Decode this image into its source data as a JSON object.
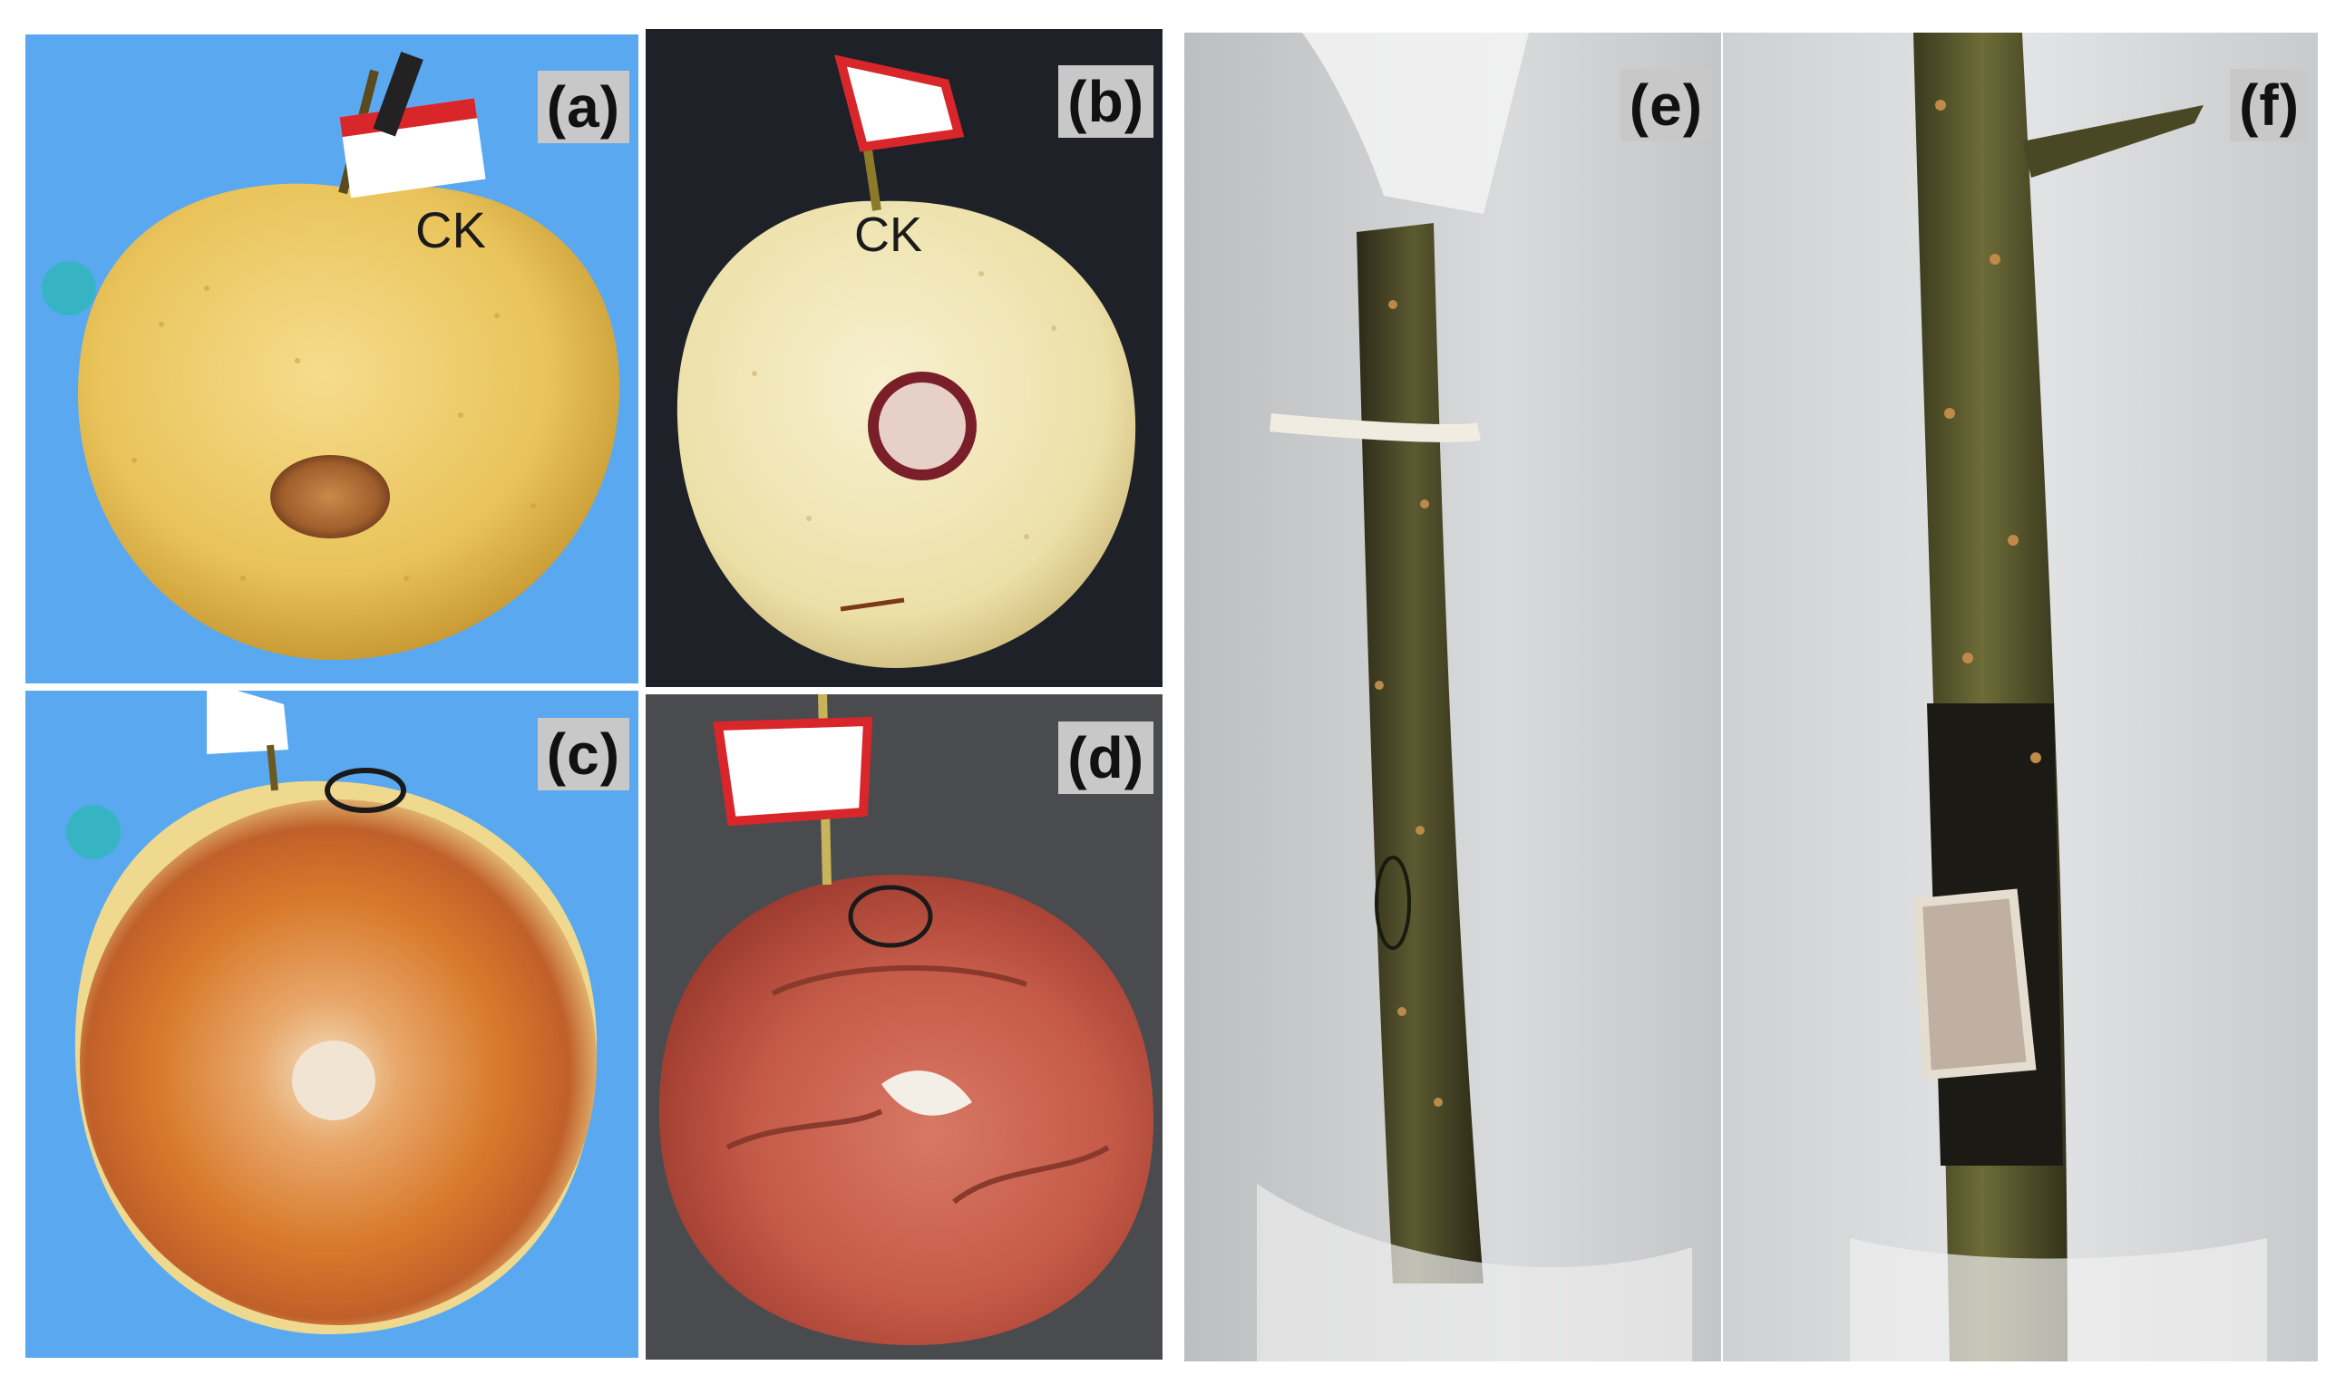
{
  "figure": {
    "panels": [
      {
        "id": "a",
        "label": "(a)",
        "subject": "pear fruit with small brown lesion",
        "background_color": "#5aa8f0",
        "tag_text": "CK"
      },
      {
        "id": "b",
        "label": "(b)",
        "subject": "pale pear fruit with wound ring",
        "background_color": "#1e2128",
        "tag_text": "CK"
      },
      {
        "id": "c",
        "label": "(c)",
        "subject": "pear fruit with large orange-brown rot",
        "background_color": "#5aa8f0"
      },
      {
        "id": "d",
        "label": "(d)",
        "subject": "shriveled reddish rotten pear",
        "background_color": "#4a4b4e"
      },
      {
        "id": "e",
        "label": "(e)",
        "subject": "inoculated pear branch, healthy",
        "background_color": "#d2d3d5"
      },
      {
        "id": "f",
        "label": "(f)",
        "subject": "pear branch with dark canker lesion",
        "background_color": "#d9dadc"
      }
    ]
  }
}
